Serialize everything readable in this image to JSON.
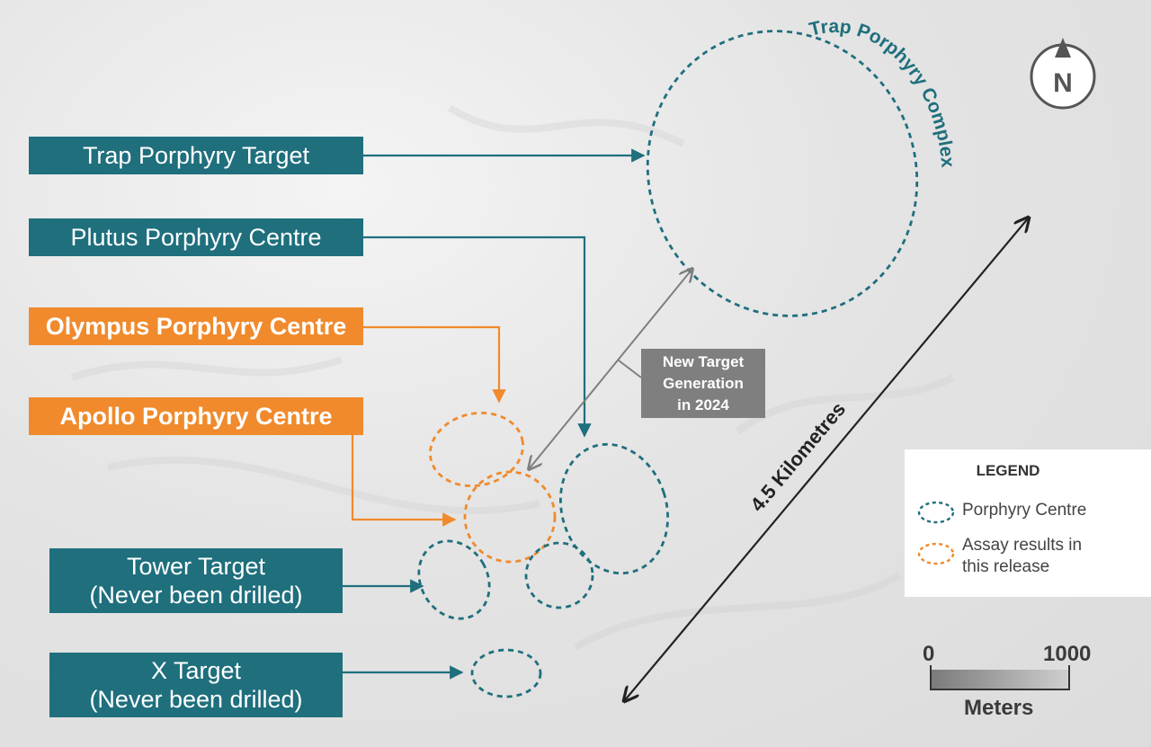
{
  "labels": {
    "trap_target": "Trap Porphyry Target",
    "plutus": "Plutus Porphyry Centre",
    "olympus": "Olympus Porphyry Centre",
    "apollo": "Apollo Porphyry Centre",
    "tower_line1": "Tower Target",
    "tower_line2": "(Never been drilled)",
    "x_line1": "X Target",
    "x_line2": "(Never been drilled)"
  },
  "trap_complex_label": "Trap Porphyry Complex",
  "new_target": {
    "line1": "New Target",
    "line2": "Generation",
    "line3": "in 2024"
  },
  "distance_label": "4.5 Kilometres",
  "legend": {
    "title": "LEGEND",
    "porphyry_centre": "Porphyry Centre",
    "assay_line1": "Assay results in",
    "assay_line2": "this release"
  },
  "scale": {
    "min": "0",
    "max": "1000",
    "unit": "Meters"
  },
  "north": "N",
  "colors": {
    "teal": "#1f6f7d",
    "orange": "#f08a2c",
    "grey": "#7f7f7f"
  }
}
